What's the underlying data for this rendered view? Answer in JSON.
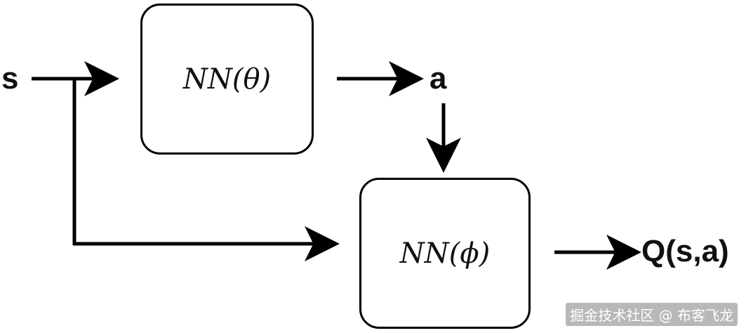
{
  "diagram": {
    "input_label": "s",
    "actor_label": "NN(θ)",
    "action_label": "a",
    "critic_label": "NN(ϕ)",
    "output_label": "Q(s,a)"
  },
  "watermark": {
    "text": "掘金技术社区 @ 布客飞龙"
  },
  "colors": {
    "stroke": "#000000",
    "background": "#ffffff"
  }
}
